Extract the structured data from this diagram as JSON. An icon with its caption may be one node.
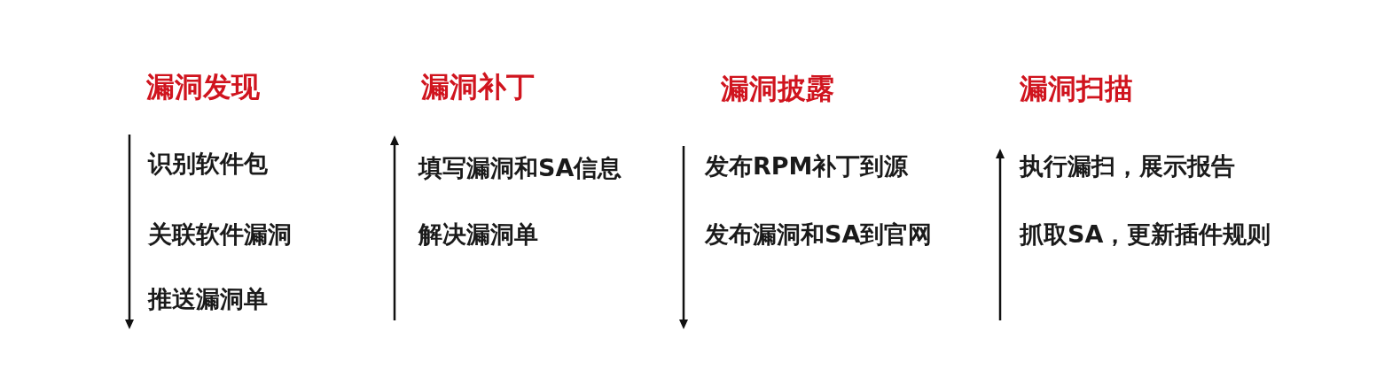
{
  "diagram": {
    "labels": [
      "漏洞发现",
      "识别软件包",
      "关联软件漏洞",
      "推送漏洞单",
      "漏洞补丁",
      "填写漏洞和SA信息",
      "解决漏洞单",
      "漏洞披露",
      "发布RPM补丁到源",
      "发布漏洞和SA到官网",
      "漏洞扫描",
      "执行漏扫，展示报告",
      "抓取SA，更新插件规则"
    ]
  }
}
